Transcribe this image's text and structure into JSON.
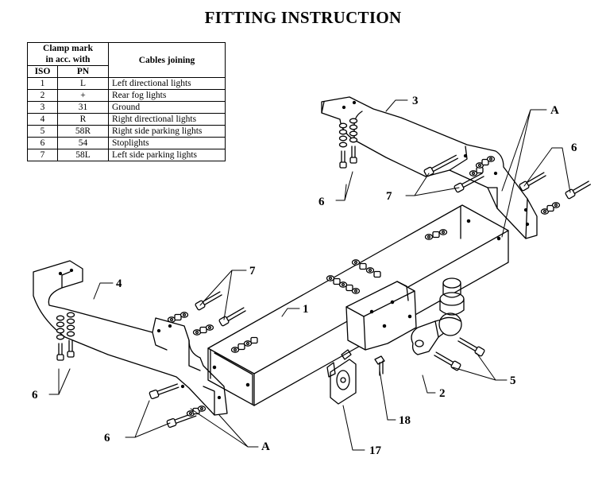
{
  "title": "FITTING INSTRUCTION",
  "table": {
    "header_clamp": "Clamp mark in acc. with",
    "header_clamp_line1": "Clamp mark",
    "header_clamp_line2": "in acc. with",
    "header_iso": "ISO",
    "header_pn": "PN",
    "header_cables": "Cables joining",
    "rows": [
      {
        "iso": "1",
        "pn": "L",
        "desc": "Left directional lights"
      },
      {
        "iso": "2",
        "pn": "+",
        "desc": "Rear fog lights"
      },
      {
        "iso": "3",
        "pn": "31",
        "desc": "Ground"
      },
      {
        "iso": "4",
        "pn": "R",
        "desc": "Right directional lights"
      },
      {
        "iso": "5",
        "pn": "58R",
        "desc": "Right side parking lights"
      },
      {
        "iso": "6",
        "pn": "54",
        "desc": "Stoplights"
      },
      {
        "iso": "7",
        "pn": "58L",
        "desc": "Left side parking lights"
      }
    ]
  },
  "callouts": {
    "c1": "1",
    "c2": "2",
    "c3": "3",
    "c4": "4",
    "c5": "5",
    "c6_top_left": "6",
    "c6_top_right": "6",
    "c6_left": "6",
    "c6_bottom": "6",
    "c7_top": "7",
    "c7_left": "7",
    "c17": "17",
    "c18": "18",
    "a_top": "A",
    "a_bottom": "A"
  }
}
